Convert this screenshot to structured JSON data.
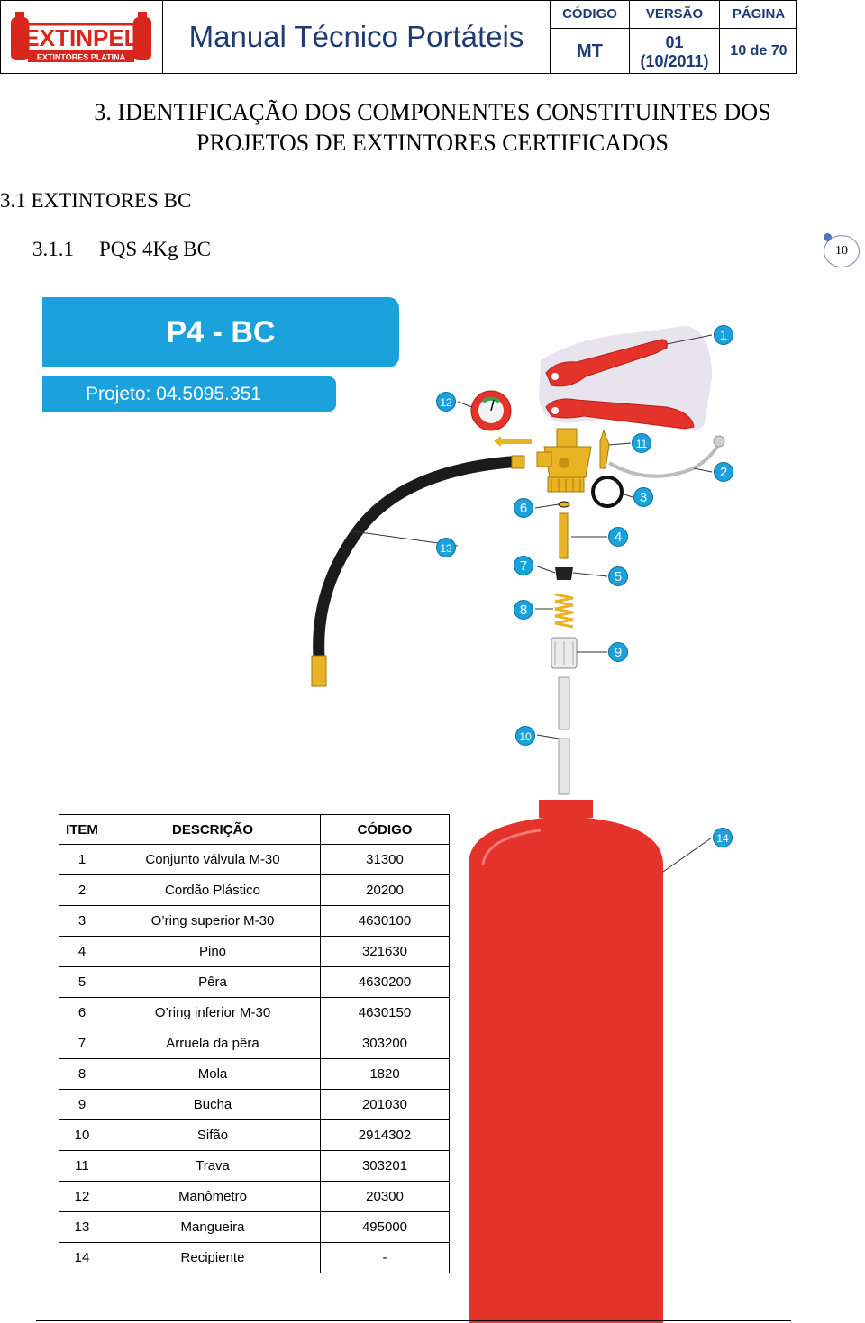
{
  "header": {
    "logo_brand": "EXTINPEL",
    "logo_tagline": "EXTINTORES PLATINA",
    "title": "Manual Técnico Portáteis",
    "code_label": "CÓDIGO",
    "code_value": "MT",
    "version_label": "VERSÃO",
    "version_value": "01 (10/2011)",
    "page_label": "PÁGINA",
    "page_value": "10 de 70"
  },
  "section_title": "3. IDENTIFICAÇÃO DOS COMPONENTES CONSTITUINTES DOS PROJETOS DE EXTINTORES CERTIFICADOS",
  "subsection": "3.1 EXTINTORES BC",
  "subsubsection_number": "3.1.1",
  "subsubsection_title": "PQS 4Kg BC",
  "page_marker": "10",
  "product": {
    "model": "P4 - BC",
    "project": "Projeto: 04.5095.351"
  },
  "callouts": [
    "1",
    "2",
    "3",
    "4",
    "5",
    "6",
    "7",
    "8",
    "9",
    "10",
    "11",
    "12",
    "13",
    "14"
  ],
  "colors": {
    "accent_blue": "#1ba1dc",
    "extinguisher_red": "#e4332a",
    "brass": "#e8b423"
  },
  "table": {
    "headers": [
      "ITEM",
      "DESCRIÇÃO",
      "CÓDIGO"
    ],
    "rows": [
      [
        "1",
        "Conjunto válvula M-30",
        "31300"
      ],
      [
        "2",
        "Cordão Plástico",
        "20200"
      ],
      [
        "3",
        "O’ring superior M-30",
        "4630100"
      ],
      [
        "4",
        "Pino",
        "321630"
      ],
      [
        "5",
        "Pêra",
        "4630200"
      ],
      [
        "6",
        "O’ring inferior M-30",
        "4630150"
      ],
      [
        "7",
        "Arruela da pêra",
        "303200"
      ],
      [
        "8",
        "Mola",
        "1820"
      ],
      [
        "9",
        "Bucha",
        "201030"
      ],
      [
        "10",
        "Sifão",
        "2914302"
      ],
      [
        "11",
        "Trava",
        "303201"
      ],
      [
        "12",
        "Manômetro",
        "20300"
      ],
      [
        "13",
        "Mangueira",
        "495000"
      ],
      [
        "14",
        "Recipiente",
        "-"
      ]
    ]
  }
}
